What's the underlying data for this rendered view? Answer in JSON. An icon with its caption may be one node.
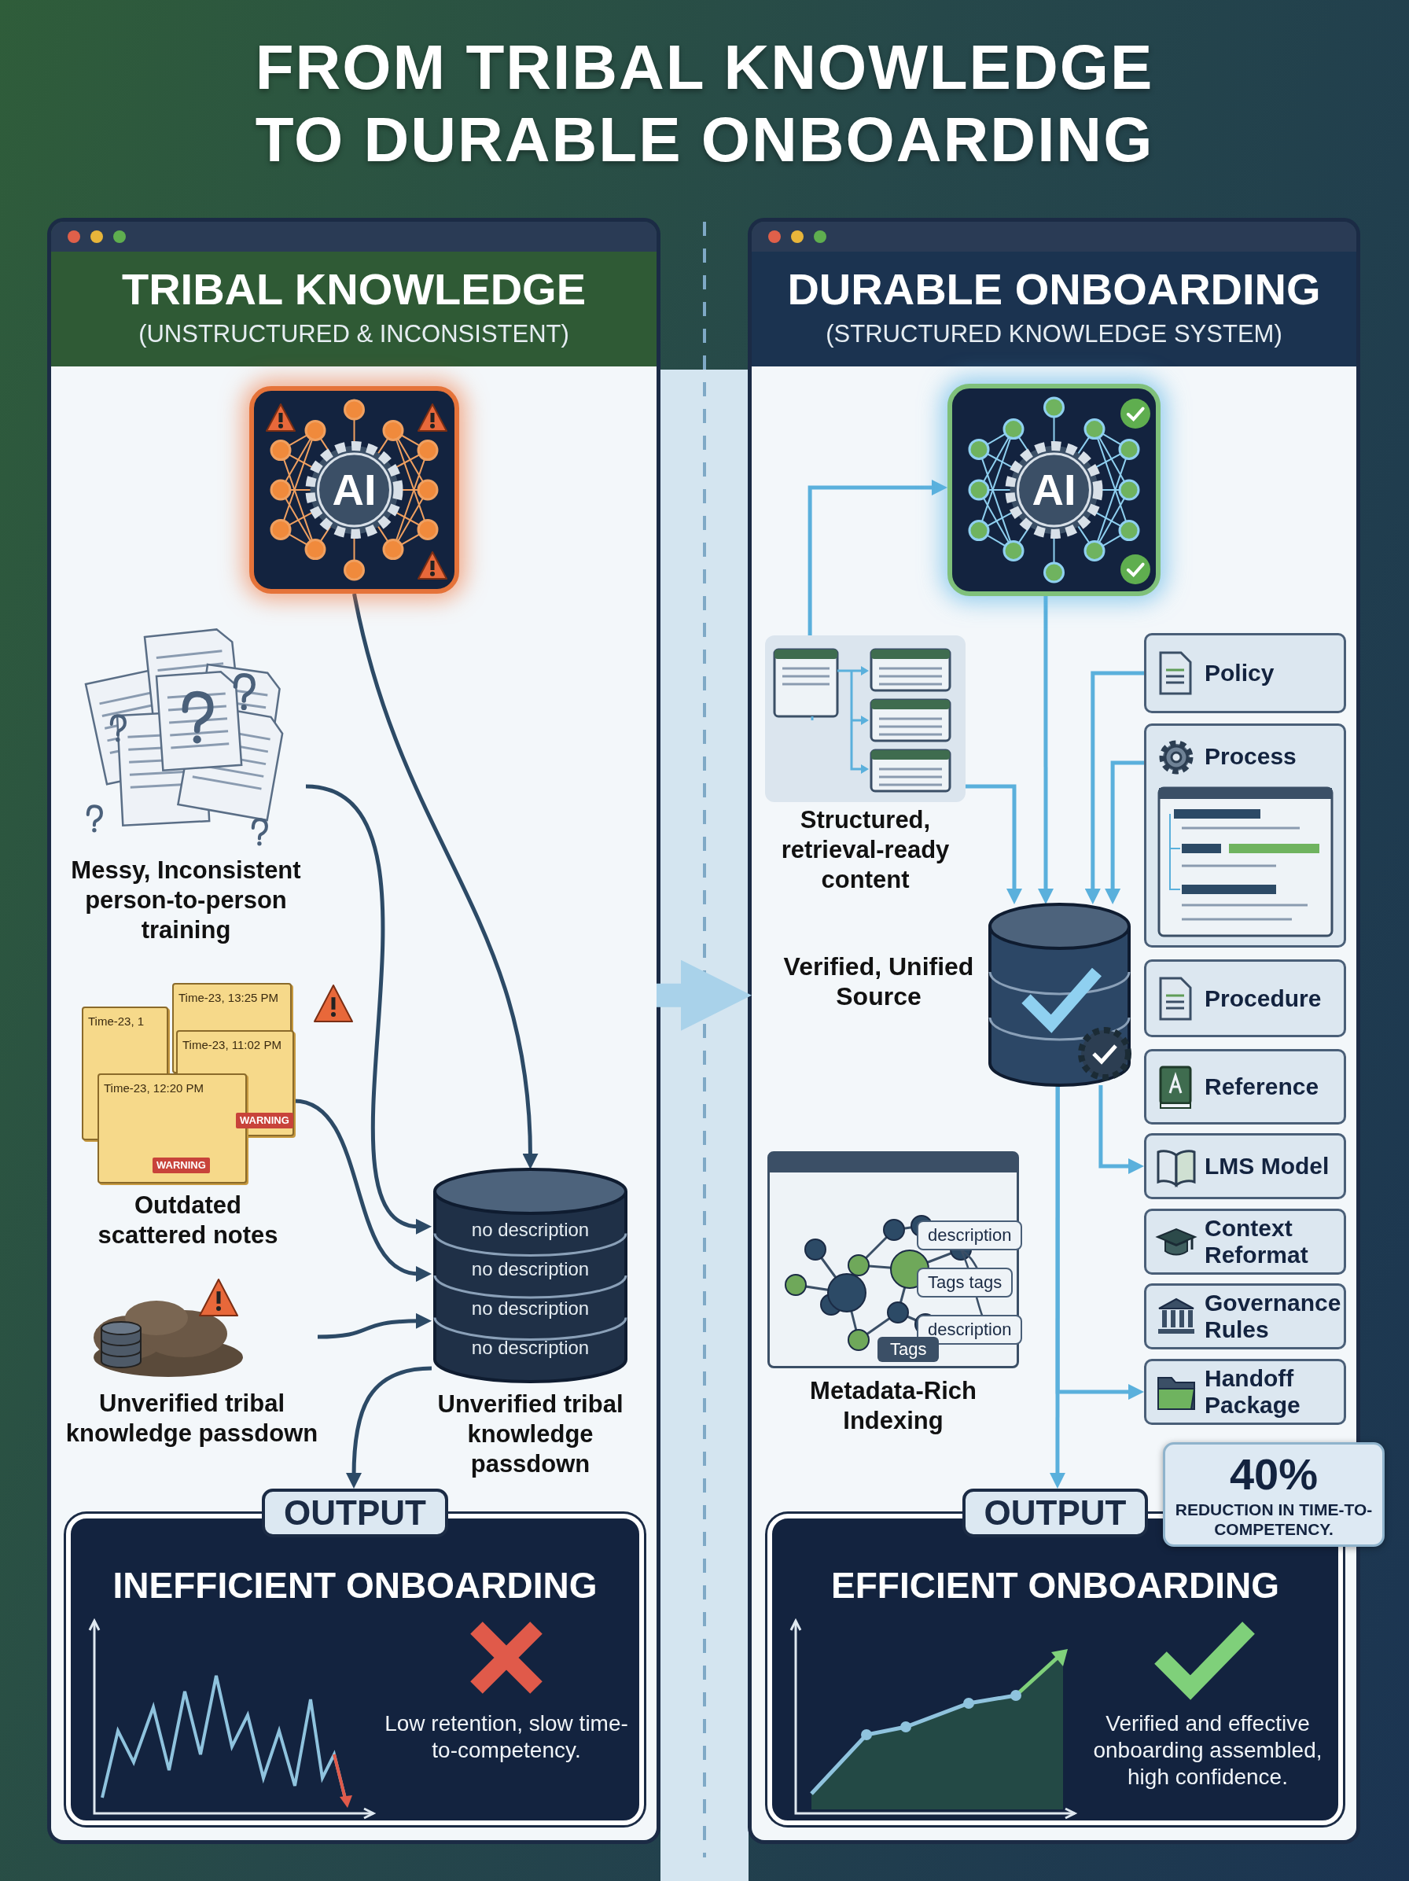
{
  "diagram": {
    "title": "FROM TRIBAL KNOWLEDGE TO DURABLE ONBOARDING",
    "nodes": [
      {
        "text": [
          "TRIBAL KNOWLEDGE",
          "(UNSTRUCTURED & INCONSISTENT)"
        ]
      },
      {
        "text": [
          "AI"
        ],
        "in": 0
      },
      {
        "text": [
          "Messy, Inconsistent person-to-person training"
        ],
        "in": 0
      },
      {
        "text": [
          "Time-23, 13:25 PM",
          "Time-23, 1",
          "Time-23, 11:02 PM",
          "Time-23, 12:20 PM",
          "WARNING",
          "WARNING",
          "Outdated scattered notes"
        ],
        "in": 0
      },
      {
        "text": [
          "Unverified tribal knowledge passdown"
        ],
        "in": 0
      },
      {
        "text": [
          "no description",
          "no description",
          "no description",
          "no description",
          "Unverified tribal knowledge passdown"
        ],
        "in": 0
      },
      {
        "text": [
          "OUTPUT",
          "INEFFICIENT ONBOARDING",
          "Low retention, slow time-to-competency."
        ],
        "in": 0
      },
      {
        "text": [
          "DURABLE ONBOARDING",
          "(STRUCTURED KNOWLEDGE SYSTEM)"
        ]
      },
      {
        "text": [
          "AI"
        ],
        "in": 7
      },
      {
        "text": [
          "Structured, retrieval-ready content"
        ],
        "in": 7
      },
      {
        "text": [
          "Verified, Unified Source"
        ],
        "in": 7
      },
      {
        "text": [
          "Policy"
        ],
        "in": 7
      },
      {
        "text": [
          "Process"
        ],
        "in": 7
      },
      {
        "text": [
          "Procedure"
        ],
        "in": 7
      },
      {
        "text": [
          "Reference"
        ],
        "in": 7
      },
      {
        "text": [
          "LMS Model"
        ],
        "in": 7
      },
      {
        "text": [
          "Context Reformat"
        ],
        "in": 7
      },
      {
        "text": [
          "Governance Rules"
        ],
        "in": 7
      },
      {
        "text": [
          "Handoff Package"
        ],
        "in": 7
      },
      {
        "text": [
          "description",
          "Tags tags",
          "description",
          "Tags",
          "Metadata-Rich Indexing"
        ],
        "in": 7
      },
      {
        "text": [
          "OUTPUT",
          "EFFICIENT ONBOARDING",
          "Verified and effective onboarding assembled, high confidence."
        ],
        "in": 7
      },
      {
        "text": [
          "40%",
          "REDUCTION IN TIME-TO-COMPETENCY."
        ]
      }
    ],
    "edges": [
      {
        "from": 1,
        "to": 5,
        "arrow": "to",
        "color": "#2c4a66"
      },
      {
        "from": 2,
        "to": 5,
        "arrow": "to",
        "color": "#2c4a66"
      },
      {
        "from": 3,
        "to": 5,
        "arrow": "to",
        "color": "#2c4a66"
      },
      {
        "from": 4,
        "to": 5,
        "arrow": "to",
        "color": "#2c4a66"
      },
      {
        "from": 5,
        "to": 6,
        "arrow": "to",
        "color": "#2c4a66"
      },
      {
        "from": 0,
        "to": 7,
        "arrow": "to",
        "style": "thick",
        "color": "#a9d2ea"
      },
      {
        "from": 9,
        "to": 8,
        "arrow": "to"
      },
      {
        "from": 8,
        "to": 10,
        "arrow": "to"
      },
      {
        "from": 9,
        "to": 10,
        "arrow": "to"
      },
      {
        "from": 11,
        "to": 10,
        "arrow": "to"
      },
      {
        "from": 12,
        "to": 10,
        "arrow": "to"
      },
      {
        "from": 10,
        "to": 15,
        "arrow": "to"
      },
      {
        "from": 10,
        "to": 18,
        "arrow": "to"
      },
      {
        "from": 10,
        "to": 20,
        "arrow": "to"
      }
    ]
  }
}
